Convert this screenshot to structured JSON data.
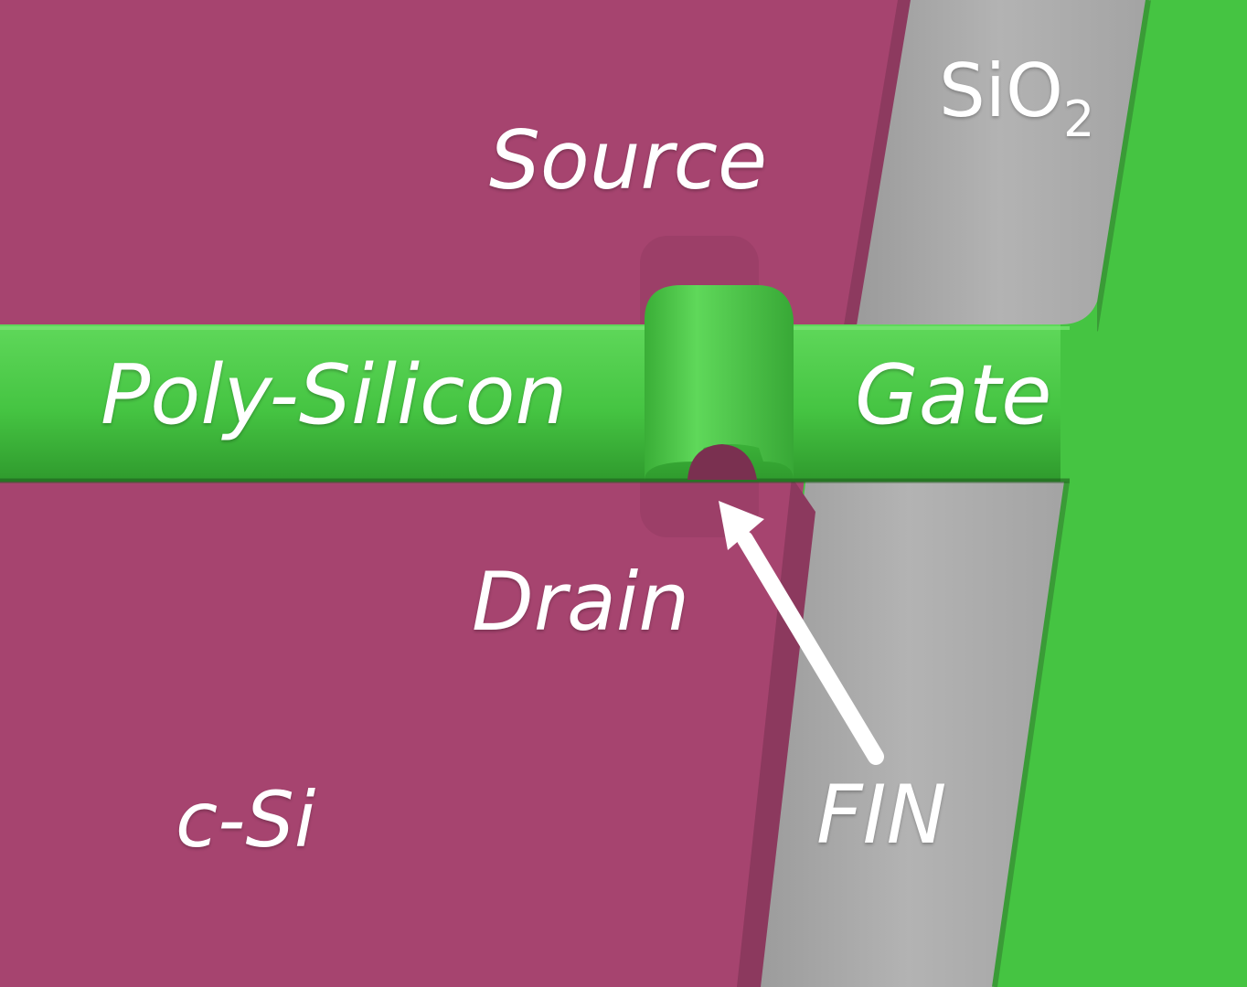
{
  "labels": {
    "source": "Source",
    "drain": "Drain",
    "poly_silicon": "Poly-Silicon",
    "gate": "Gate",
    "c_si": "c-Si",
    "fin": "FIN",
    "sio2_base": "SiO",
    "sio2_subscript": "2"
  },
  "colors": {
    "silicon": "#a6446f",
    "oxide": "#a9a9a9",
    "gate": "#45c442",
    "label": "#ffffff"
  }
}
